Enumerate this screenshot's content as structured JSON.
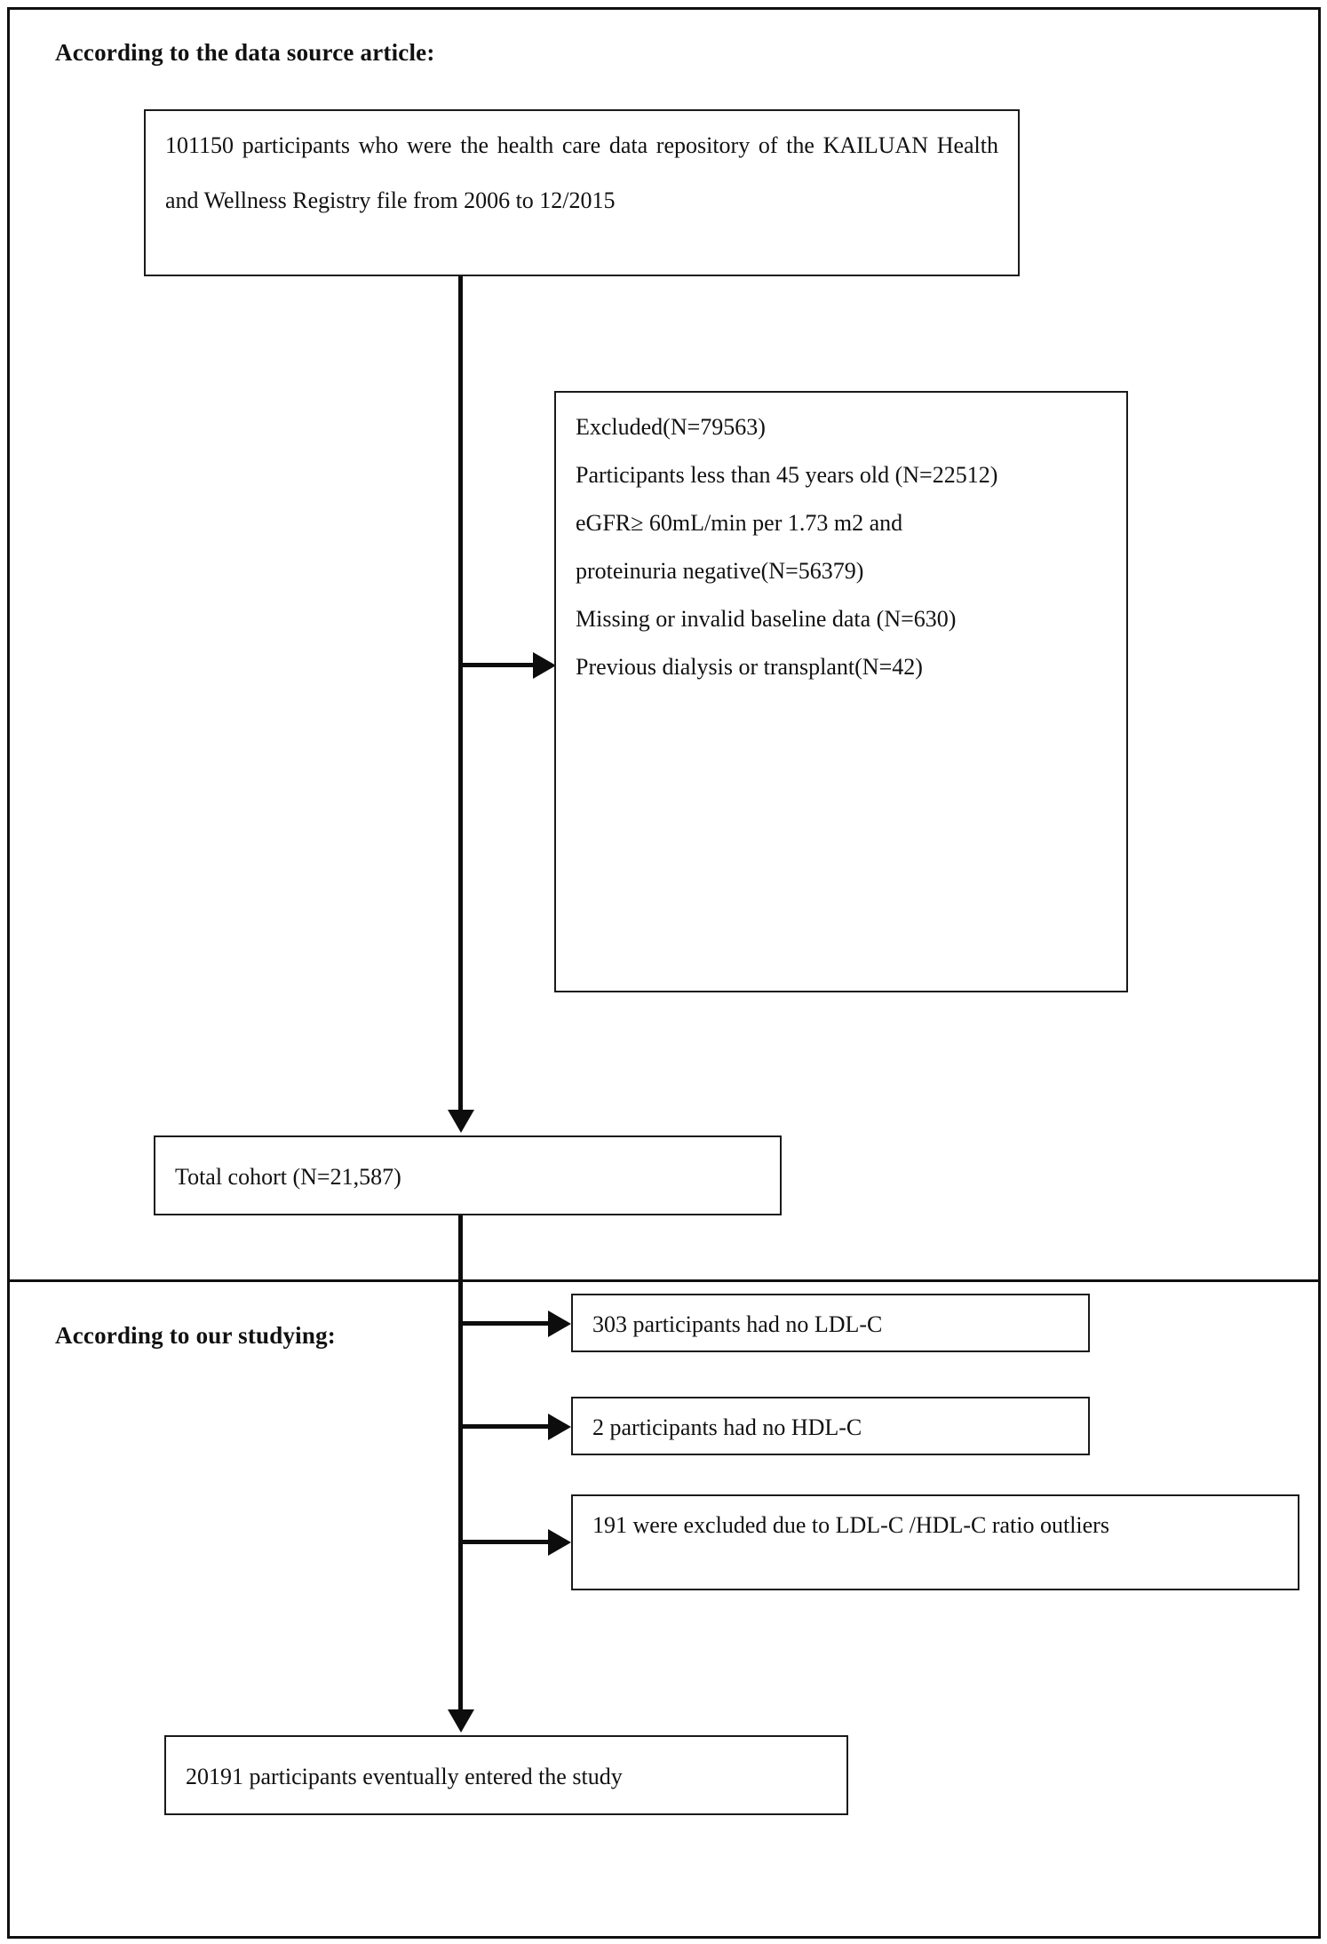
{
  "diagram": {
    "sections": {
      "source_label": "According to the data source article:",
      "studying_label": "According to our studying:"
    },
    "boxes": {
      "source_cohort": "101150 participants who were the health care data repository of the KAILUAN Health and Wellness Registry file from 2006 to 12/2015",
      "excluded": {
        "heading": "Excluded(N=79563)",
        "lines": [
          "Participants less than 45 years old (N=22512)",
          "eGFR≥ 60mL/min per 1.73 m2 and",
          "proteinuria negative(N=56379)",
          "Missing or invalid baseline data (N=630)",
          "Previous dialysis or transplant(N=42)"
        ]
      },
      "total_cohort": "Total cohort (N=21,587)",
      "no_ldl": "303 participants had no LDL-C",
      "no_hdl": "2 participants had no HDL-C",
      "ratio_outliers": "191 were excluded due to LDL-C /HDL-C ratio outliers",
      "final": "20191 participants eventually entered the study"
    },
    "colors": {
      "line": "#0d0d0d",
      "box_border": "#1a1a1a",
      "frame": "#101010",
      "text": "#111111",
      "background": "#ffffff"
    }
  }
}
